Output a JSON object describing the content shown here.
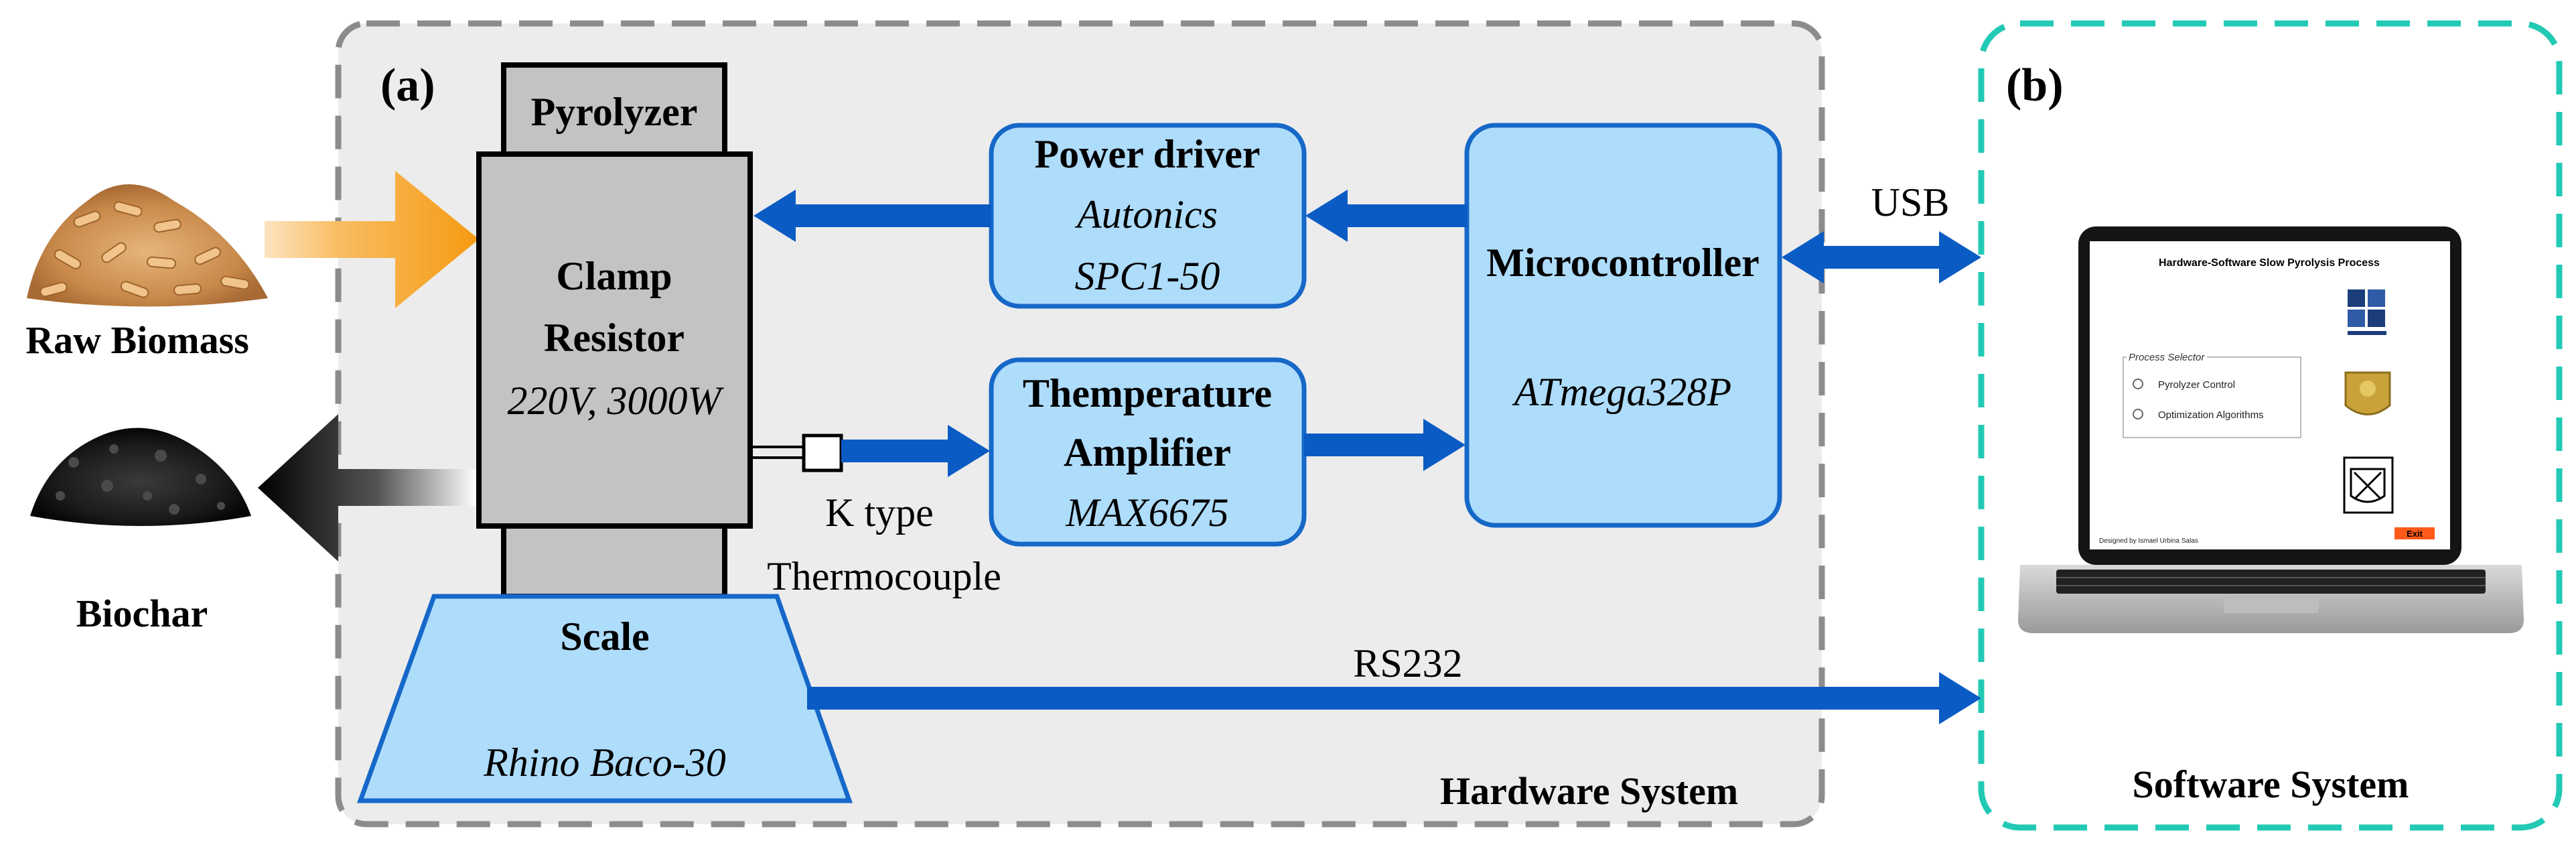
{
  "panels": {
    "hardware": {
      "tag": "(a)",
      "caption": "Hardware System"
    },
    "software": {
      "tag": "(b)",
      "caption": "Software System"
    }
  },
  "inputs": {
    "raw_biomass": "Raw Biomass",
    "biochar": "Biochar"
  },
  "pyrolyzer": {
    "title": "Pyrolyzer",
    "clamp_line1": "Clamp",
    "clamp_line2": "Resistor",
    "spec": "220V, 3000W"
  },
  "scale": {
    "title": "Scale",
    "model": "Rhino Baco-30"
  },
  "thermocouple": {
    "line1": "K type",
    "line2": "Thermocouple"
  },
  "power_driver": {
    "title": "Power driver",
    "line1": "Autonics",
    "line2": "SPC1-50"
  },
  "temp_amplifier": {
    "line1": "Themperature",
    "line2": "Amplifier",
    "model": "MAX6675"
  },
  "microcontroller": {
    "title": "Microcontroller",
    "model": "ATmega328P"
  },
  "links": {
    "usb": "USB",
    "rs232": "RS232"
  },
  "laptop_app": {
    "title": "Hardware-Software Slow Pyrolysis Process",
    "group_label": "Process Selector",
    "option1": "Pyrolyzer Control",
    "option2": "Optimization Algorithms",
    "credit": "Designed by Ismael Urbina Salas",
    "exit_label": "Exit"
  },
  "colors": {
    "block_fill": "#aedcfb",
    "block_stroke": "#1668c8",
    "arrow_blue": "#0b5bc4",
    "panel_a_fill": "#ececec",
    "panel_a_dash": "#8c8c8c",
    "panel_b_dash": "#22c9b4",
    "pyrolyzer_fill": "#c3c3c3",
    "input_arrow": "#f7a11c",
    "exit_button": "#ff5a1a"
  }
}
